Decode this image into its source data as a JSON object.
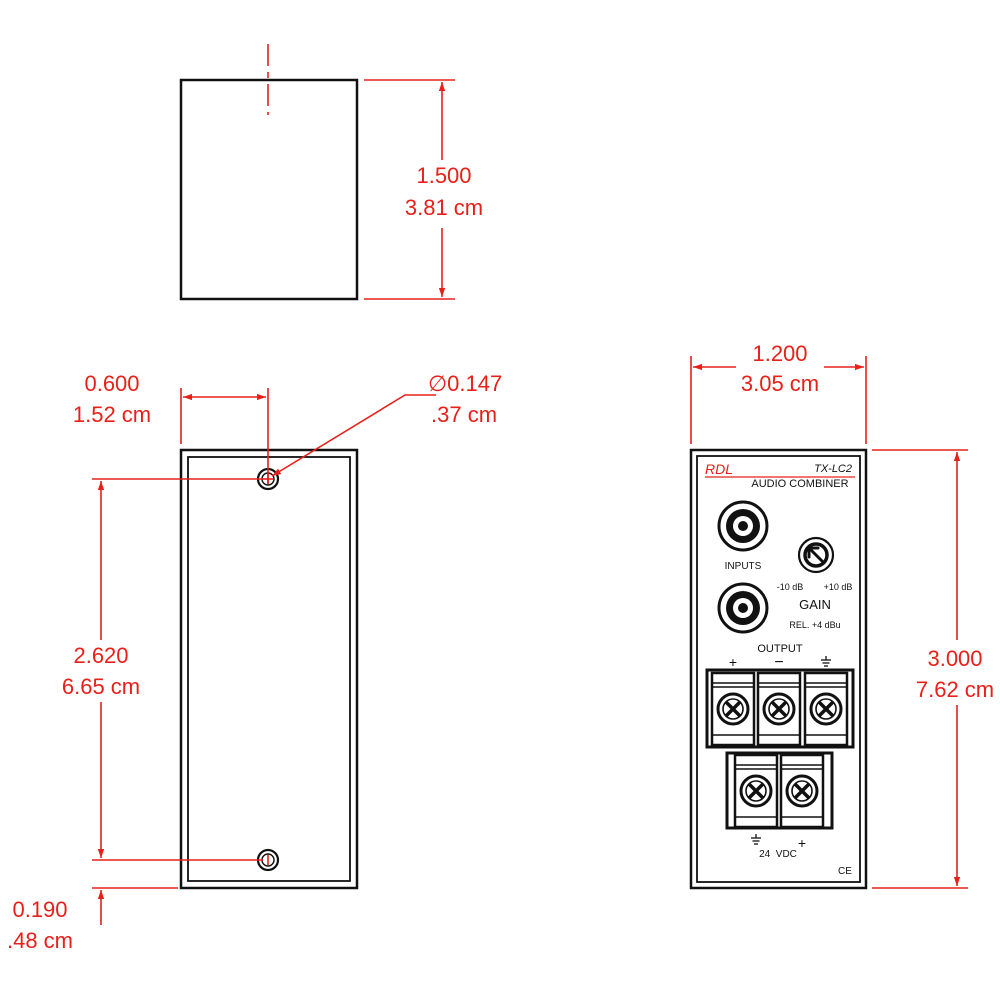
{
  "colors": {
    "dimension": "#e8201a",
    "outline": "#111111",
    "background": "#ffffff"
  },
  "top_view": {
    "height_in": "1.500",
    "height_cm": "3.81 cm"
  },
  "rear_view": {
    "hole_offset_in": "0.600",
    "hole_offset_cm": "1.52 cm",
    "hole_diameter_in": "∅0.147",
    "hole_diameter_cm": ".37 cm",
    "hole_spacing_in": "2.620",
    "hole_spacing_cm": "6.65 cm",
    "bottom_offset_in": "0.190",
    "bottom_offset_cm": ".48 cm"
  },
  "front_view": {
    "width_in": "1.200",
    "width_cm": "3.05 cm",
    "height_in": "3.000",
    "height_cm": "7.62 cm",
    "panel": {
      "brand": "RDL",
      "model": "TX-LC2",
      "product": "AUDIO COMBINER",
      "inputs_label": "INPUTS",
      "gain_min": "-10 dB",
      "gain_max": "+10 dB",
      "gain_label": "GAIN",
      "gain_ref": "REL. +4 dBu",
      "output_label": "OUTPUT",
      "out_plus": "+",
      "out_minus": "−",
      "power_label": "24  VDC",
      "power_plus": "+",
      "ce_mark": "CE"
    }
  }
}
